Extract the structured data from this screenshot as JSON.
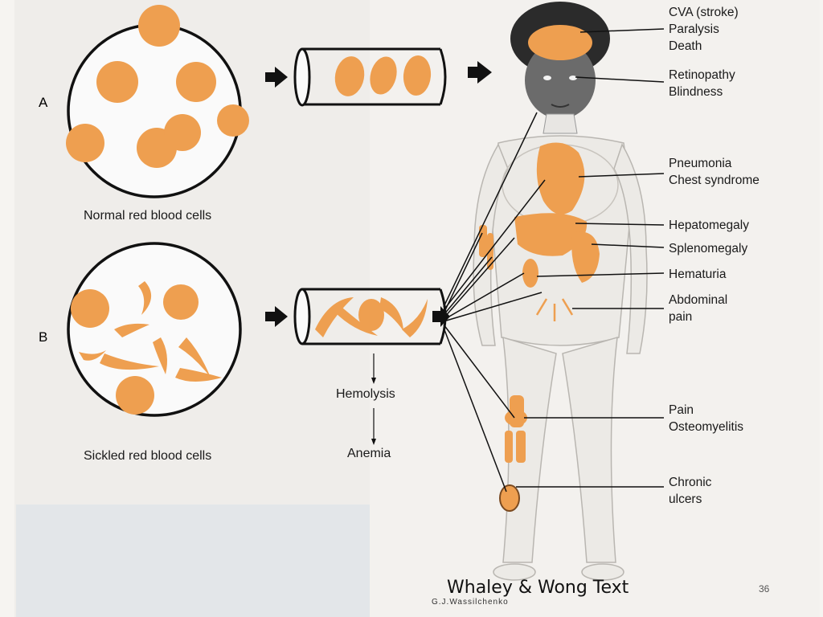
{
  "figure": {
    "panel_a_letter": "A",
    "panel_b_letter": "B",
    "panel_a_caption": "Normal red blood cells",
    "panel_b_caption": "Sickled red blood cells",
    "flow_hemolysis": "Hemolysis",
    "flow_anemia": "Anemia",
    "cell_color": "#ee9f50",
    "outline_color": "#111111"
  },
  "complications": [
    {
      "line1": "CVA (stroke)",
      "line2": "Paralysis",
      "line3": "Death"
    },
    {
      "line1": "Retinopathy",
      "line2": "Blindness"
    },
    {
      "line1": "Pneumonia",
      "line2": "Chest syndrome"
    },
    {
      "line1": "Hepatomegaly"
    },
    {
      "line1": "Splenomegaly"
    },
    {
      "line1": "Hematuria"
    },
    {
      "line1": "Abdominal",
      "line2": "pain"
    },
    {
      "line1": "Pain",
      "line2": "Osteomyelitis"
    },
    {
      "line1": "Chronic",
      "line2": "ulcers"
    }
  ],
  "footer": {
    "credit": "Whaley & Wong Text",
    "page_number": "36",
    "artist_signature": "G.J.Wassilchenko"
  }
}
